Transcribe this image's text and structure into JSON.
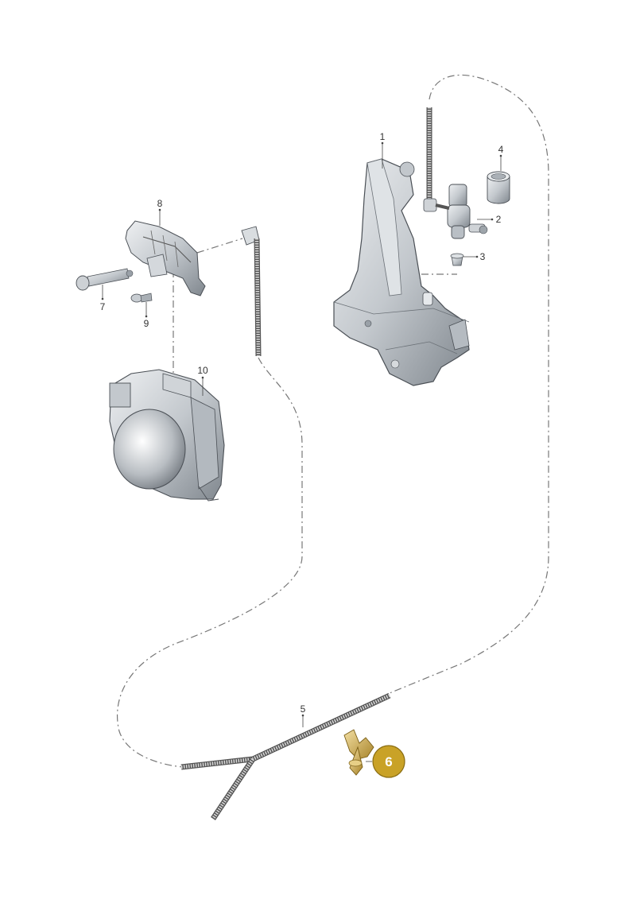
{
  "diagram": {
    "callouts": [
      {
        "id": "1",
        "label": "1"
      },
      {
        "id": "2",
        "label": "2"
      },
      {
        "id": "3",
        "label": "3"
      },
      {
        "id": "4",
        "label": "4"
      },
      {
        "id": "5",
        "label": "5"
      },
      {
        "id": "6",
        "label": "6",
        "highlighted": true
      },
      {
        "id": "7",
        "label": "7"
      },
      {
        "id": "8",
        "label": "8"
      },
      {
        "id": "9",
        "label": "9"
      },
      {
        "id": "10",
        "label": "10"
      }
    ],
    "colors": {
      "highlight_fill": "#C9A227",
      "highlight_stroke": "#8a6d12",
      "part_body": "#c8cdd2",
      "part_shadow": "#8d949b",
      "line": "#444444"
    }
  }
}
